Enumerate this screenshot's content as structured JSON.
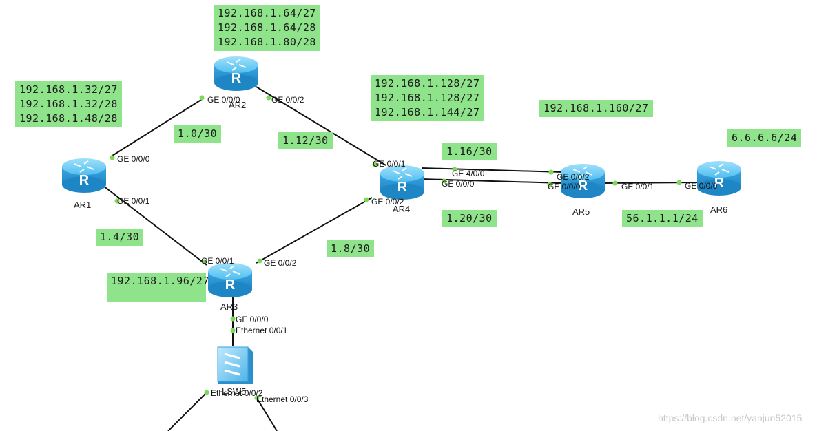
{
  "notes": {
    "ar2_subnets": "192.168.1.64/27\n192.168.1.64/28\n192.168.1.80/28",
    "ar1_subnets": "192.168.1.32/27\n192.168.1.32/28\n192.168.1.48/28",
    "ar4_subnets": "192.168.1.128/27\n192.168.1.128/27\n192.168.1.144/27",
    "ar5_subnet": "192.168.1.160/27",
    "ar6_subnet": "6.6.6.6/24",
    "link_ar1_ar2": "1.0/30",
    "link_ar2_ar4": "1.12/30",
    "link_ar4_ar5_a": "1.16/30",
    "link_ar4_ar5_b": "1.20/30",
    "link_ar1_ar3": "1.4/30",
    "link_ar3_ar4": "1.8/30",
    "link_ar5_ar6": "56.1.1.1/24",
    "ar3_subnet": "192.168.1.96/27"
  },
  "devices": {
    "ar1": "AR1",
    "ar2": "AR2",
    "ar3": "AR3",
    "ar4": "AR4",
    "ar5": "AR5",
    "ar6": "AR6",
    "lsw5": "LSW5"
  },
  "ports": {
    "ar2_ge000": "GE 0/0/0",
    "ar2_ge002": "GE 0/0/2",
    "ar1_ge000": "GE 0/0/0",
    "ar1_ge001": "GE 0/0/1",
    "ar4_ge001": "GE 0/0/1",
    "ar4_ge400": "GE 4/0/0",
    "ar4_ge000": "GE 0/0/0",
    "ar4_ge002": "GE 0/0/2",
    "ar5_ge002": "GE 0/0/2",
    "ar5_ge000": "GE 0/0/0",
    "ar5_ge001": "GE 0/0/1",
    "ar6_ge000": "GE 0/0/0",
    "ar3_ge001": "GE 0/0/1",
    "ar3_ge002": "GE 0/0/2",
    "ar3_ge000": "GE 0/0/0",
    "lsw5_eth001": "Ethernet 0/0/1",
    "lsw5_eth002": "Ethernet 0/0/2",
    "lsw5_eth003": "Ethernet 0/0/3"
  },
  "watermark": "https://blog.csdn.net/yanjun52015",
  "colors": {
    "note_bg": "#8fe38b",
    "port_dot": "#7ed957",
    "link": "#111111",
    "router": "#3aa7e0"
  }
}
